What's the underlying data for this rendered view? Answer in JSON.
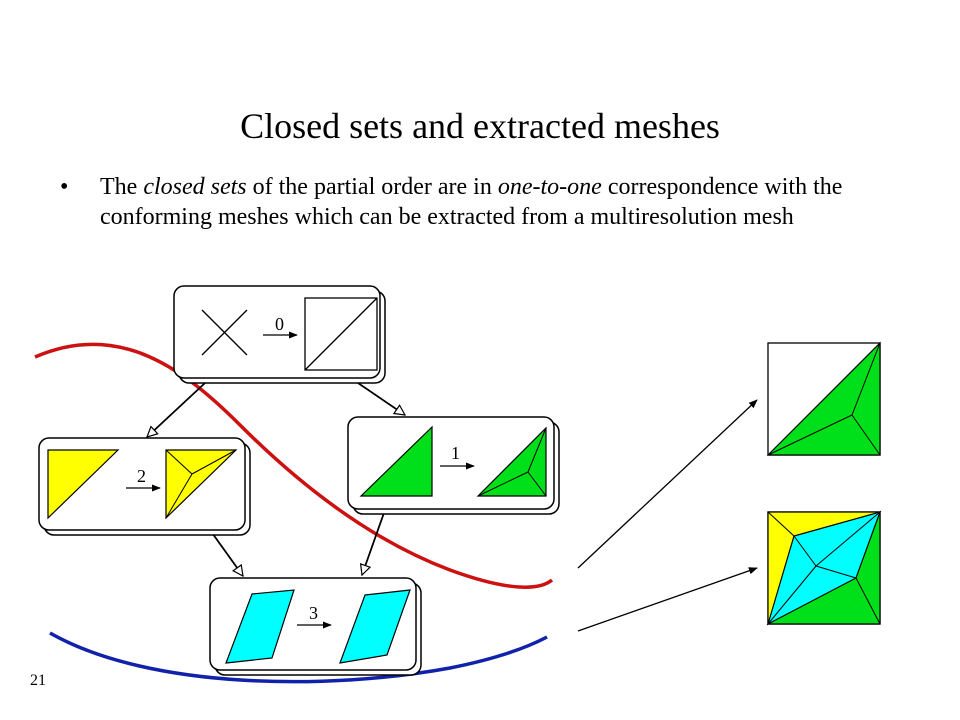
{
  "slide": {
    "title": "Closed sets and extracted meshes",
    "bullet_marker": "•",
    "bullet": {
      "t1": "The ",
      "t2": "closed sets",
      "t3": " of the partial order  are in ",
      "t4": "one-to-one",
      "t5": " correspondence with the conforming meshes which can be extracted from a multiresolution mesh"
    },
    "page_number": "21"
  },
  "diagram": {
    "nodes": [
      {
        "id": "node-0",
        "label": "0"
      },
      {
        "id": "node-1",
        "label": "1"
      },
      {
        "id": "node-2",
        "label": "2"
      },
      {
        "id": "node-3",
        "label": "3"
      }
    ],
    "colors": {
      "green": "#00e01a",
      "yellow": "#ffff00",
      "cyan": "#00ffff",
      "red_curve": "#cc1111",
      "blue_curve": "#1122aa"
    }
  }
}
